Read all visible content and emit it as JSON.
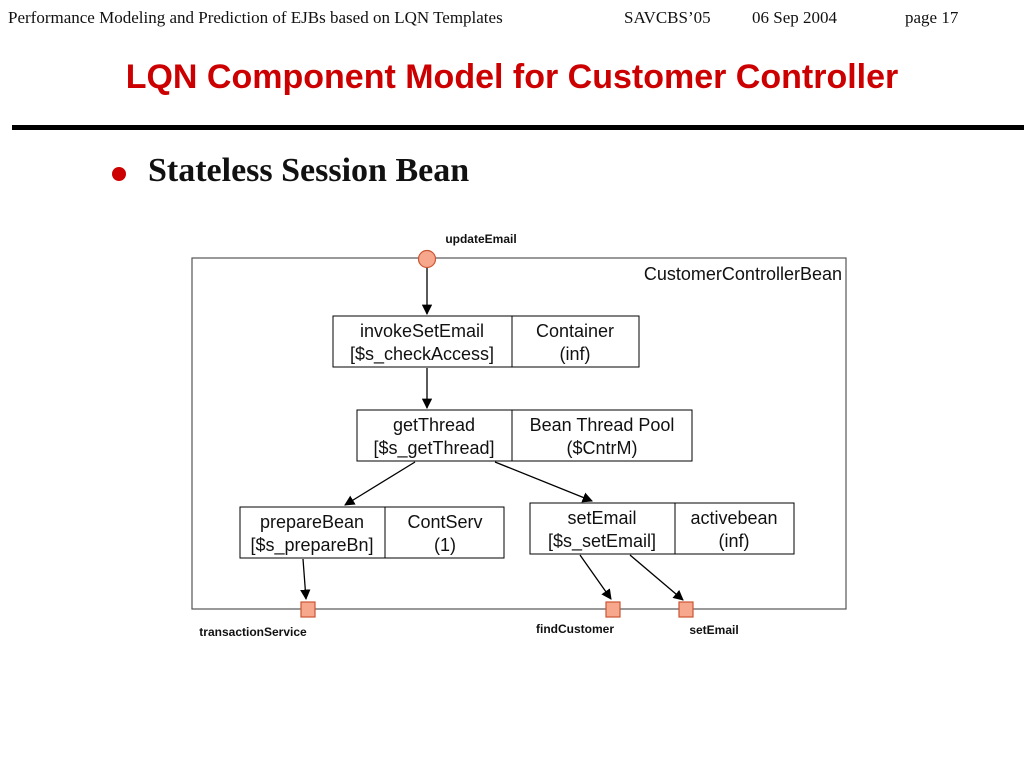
{
  "header": {
    "paper_title": "Performance Modeling and Prediction of EJBs based on LQN Templates",
    "venue": "SAVCBS’05",
    "date": "06 Sep 2004",
    "page": "page 17"
  },
  "slide": {
    "title": "LQN Component Model for Customer Controller",
    "bullet": "Stateless Session Bean"
  },
  "diagram": {
    "container_label": "CustomerControllerBean",
    "entry_port": "updateEmail",
    "tasks": [
      {
        "entry": "invokeSetEmail",
        "demand": "[$s_checkAccess]",
        "processor": "Container",
        "multiplicity": "(inf)"
      },
      {
        "entry": "getThread",
        "demand": "[$s_getThread]",
        "processor": "Bean Thread Pool",
        "multiplicity": "($CntrM)"
      },
      {
        "entry": "prepareBean",
        "demand": "[$s_prepareBn]",
        "processor": "ContServ",
        "multiplicity": "(1)"
      },
      {
        "entry": "setEmail",
        "demand": "[$s_setEmail]",
        "processor": "activebean",
        "multiplicity": "(inf)"
      }
    ],
    "exit_ports": [
      "transactionService",
      "findCustomer",
      "setEmail"
    ],
    "colors": {
      "port_fill": "#f7a88c",
      "port_stroke": "#cc5533",
      "line": "#000000"
    }
  }
}
